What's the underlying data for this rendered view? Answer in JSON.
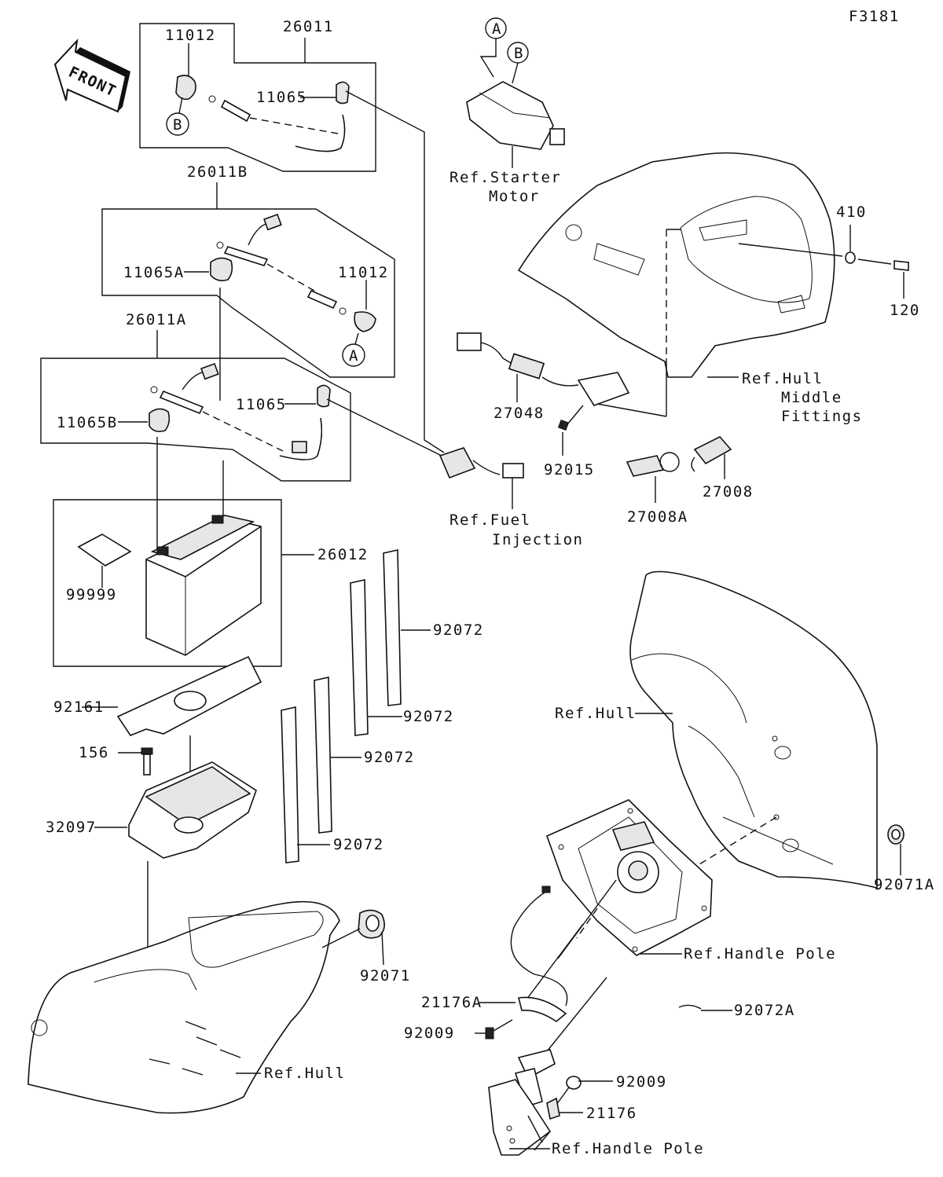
{
  "figure_code": "F3181",
  "front_label": "FRONT",
  "labels": {
    "p26011": "26011",
    "p11012_top": "11012",
    "p11065_top": "11065",
    "p26011B": "26011B",
    "p11065A": "11065A",
    "p11012_mid": "11012",
    "p26011A": "26011A",
    "p11065_mid": "11065",
    "p11065B": "11065B",
    "p26012": "26012",
    "p99999": "99999",
    "p92072_a": "92072",
    "p92072_b": "92072",
    "p92072_c": "92072",
    "p92072_d": "92072",
    "p92161": "92161",
    "p156": "156",
    "p32097": "32097",
    "p92071": "92071",
    "p27048": "27048",
    "p92015": "92015",
    "p27008A": "27008A",
    "p27008": "27008",
    "p410": "410",
    "p120": "120",
    "p92071A": "92071A",
    "p21176A": "21176A",
    "p92009_a": "92009",
    "p92072A": "92072A",
    "p92009_b": "92009",
    "p21176": "21176"
  },
  "callouts": {
    "a1": "A",
    "a2": "A",
    "b1": "B",
    "b2": "B"
  },
  "refs": {
    "starter_1": "Ref.Starter",
    "starter_2": "Motor",
    "fuel_1": "Ref.Fuel",
    "fuel_2": "Injection",
    "hull_mid_1": "Ref.Hull",
    "hull_mid_2": "Middle",
    "hull_mid_3": "Fittings",
    "hull_right": "Ref.Hull",
    "hull_bottom": "Ref.Hull",
    "handle_1": "Ref.Handle Pole",
    "handle_2": "Ref.Handle Pole"
  }
}
